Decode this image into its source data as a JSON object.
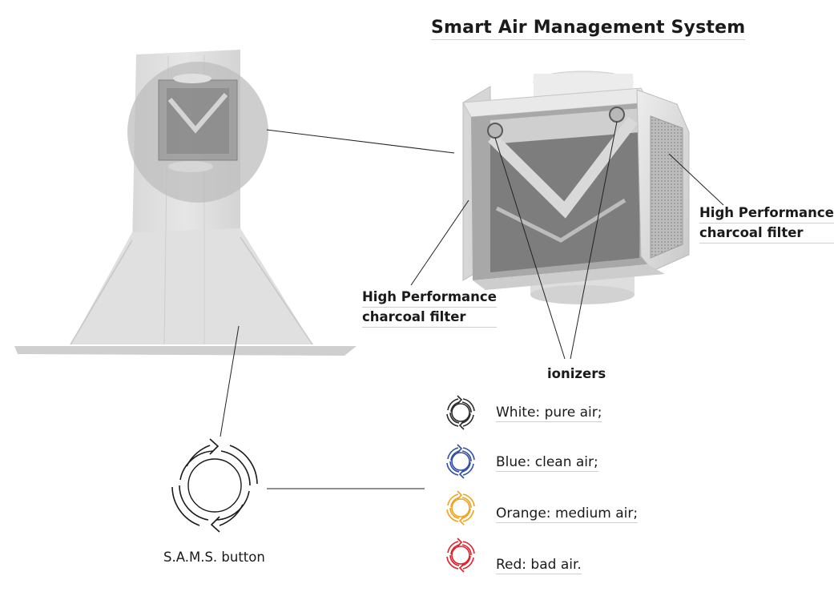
{
  "title": "Smart Air Management System",
  "labels": {
    "filter_right": [
      "High Performance",
      "charcoal filter"
    ],
    "filter_left": [
      "High Performance",
      "charcoal filter"
    ],
    "ionizers": "ionizers",
    "button": "S.A.M.S. button"
  },
  "legend": [
    {
      "text": "White: pure air;",
      "color": "#2b2b2b",
      "icon": "recirculation-icon"
    },
    {
      "text": "Blue: clean air;",
      "color": "#2e4fa3",
      "icon": "recirculation-icon"
    },
    {
      "text": "Orange: medium air;",
      "color": "#f0a21c",
      "icon": "recirculation-icon"
    },
    {
      "text": "Red: bad air.",
      "color": "#e0202a",
      "icon": "recirculation-icon"
    }
  ]
}
